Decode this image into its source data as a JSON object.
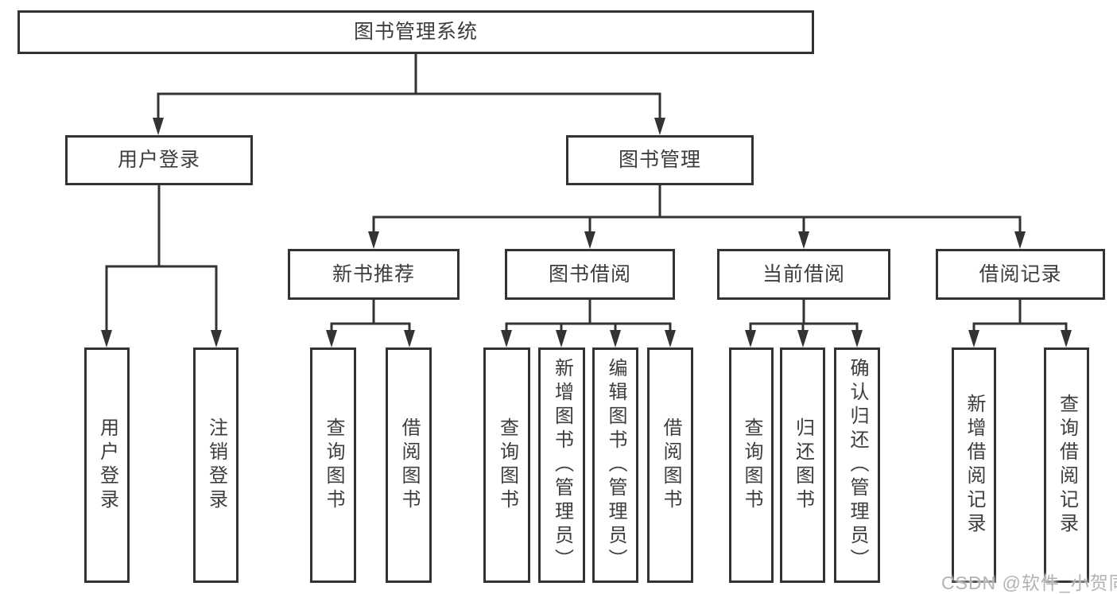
{
  "tree": {
    "root": {
      "label": "图书管理系统"
    },
    "children": [
      {
        "label": "用户登录",
        "children": [
          {
            "label": "用户登录"
          },
          {
            "label": "注销登录"
          }
        ]
      },
      {
        "label": "图书管理",
        "children": [
          {
            "label": "新书推荐",
            "children": [
              {
                "label": "查询图书"
              },
              {
                "label": "借阅图书"
              }
            ]
          },
          {
            "label": "图书借阅",
            "children": [
              {
                "label": "查询图书"
              },
              {
                "label": "新增图书（管理员）"
              },
              {
                "label": "编辑图书（管理员）"
              },
              {
                "label": "借阅图书"
              }
            ]
          },
          {
            "label": "当前借阅",
            "children": [
              {
                "label": "查询图书"
              },
              {
                "label": "归还图书"
              },
              {
                "label": "确认归还（管理员）"
              }
            ]
          },
          {
            "label": "借阅记录",
            "children": [
              {
                "label": "新增借阅记录"
              },
              {
                "label": "查询借阅记录"
              }
            ]
          }
        ]
      }
    ]
  },
  "watermark": {
    "text": "CSDN @软件_小贺同学"
  },
  "colors": {
    "line": "#333333",
    "node_border": "#333333",
    "node_text": "#3d3d3d",
    "background": "#ffffff",
    "watermark_text": "#b3b3b3"
  }
}
